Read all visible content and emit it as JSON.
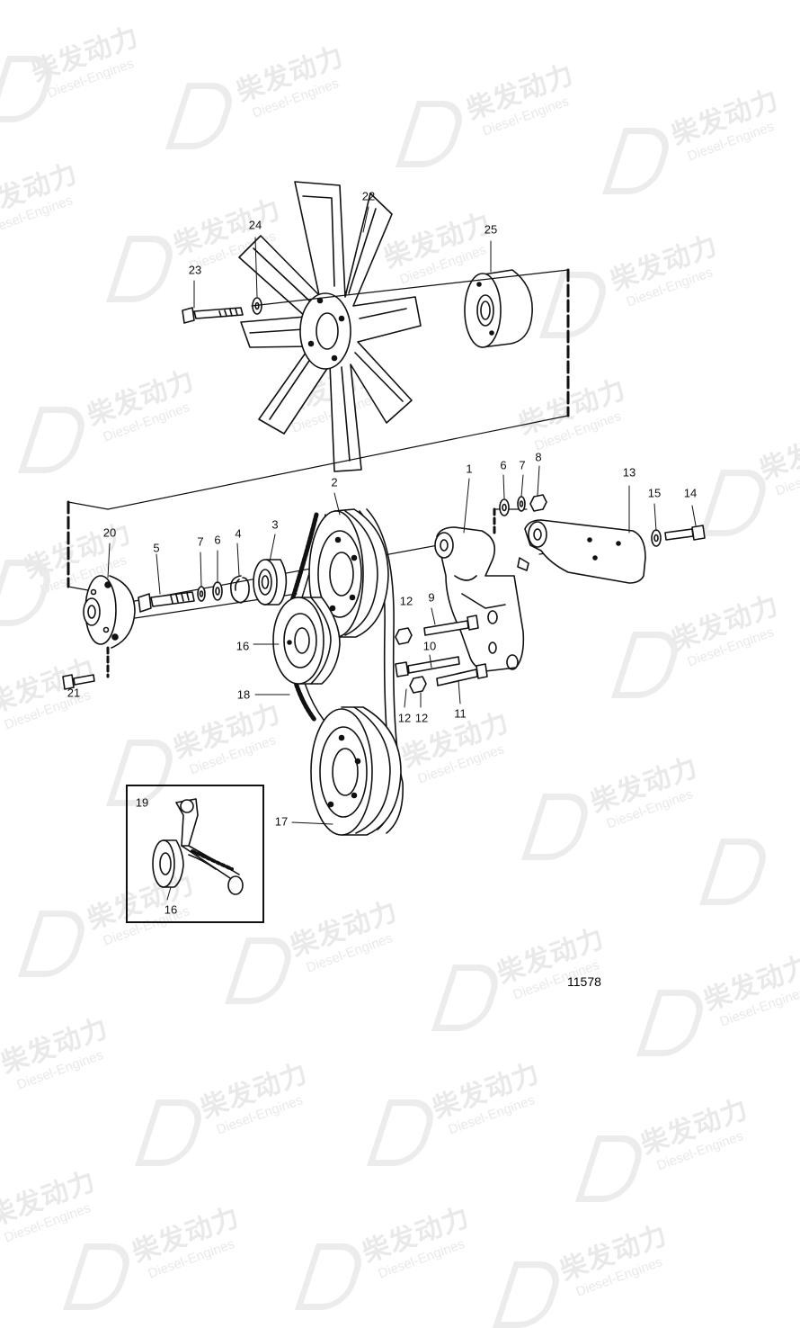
{
  "watermark": {
    "brand_cn": "柴发动力",
    "brand_en": "Diesel-Engines"
  },
  "figure_number": "11578",
  "callouts": [
    {
      "id": "c1",
      "text": "1"
    },
    {
      "id": "c2",
      "text": "2"
    },
    {
      "id": "c3",
      "text": "3"
    },
    {
      "id": "c4",
      "text": "4"
    },
    {
      "id": "c5",
      "text": "5"
    },
    {
      "id": "c6a",
      "text": "6"
    },
    {
      "id": "c6b",
      "text": "6"
    },
    {
      "id": "c7a",
      "text": "7"
    },
    {
      "id": "c7b",
      "text": "7"
    },
    {
      "id": "c8",
      "text": "8"
    },
    {
      "id": "c9",
      "text": "9"
    },
    {
      "id": "c10",
      "text": "10"
    },
    {
      "id": "c11",
      "text": "11"
    },
    {
      "id": "c12a",
      "text": "12"
    },
    {
      "id": "c12b",
      "text": "12"
    },
    {
      "id": "c12c",
      "text": "12"
    },
    {
      "id": "c13",
      "text": "13"
    },
    {
      "id": "c14",
      "text": "14"
    },
    {
      "id": "c15",
      "text": "15"
    },
    {
      "id": "c16a",
      "text": "16"
    },
    {
      "id": "c16b",
      "text": "16"
    },
    {
      "id": "c17",
      "text": "17"
    },
    {
      "id": "c18",
      "text": "18"
    },
    {
      "id": "c19",
      "text": "19"
    },
    {
      "id": "c20",
      "text": "20"
    },
    {
      "id": "c21",
      "text": "21"
    },
    {
      "id": "c22",
      "text": "22"
    },
    {
      "id": "c23",
      "text": "23"
    },
    {
      "id": "c24",
      "text": "24"
    },
    {
      "id": "c25",
      "text": "25"
    }
  ]
}
